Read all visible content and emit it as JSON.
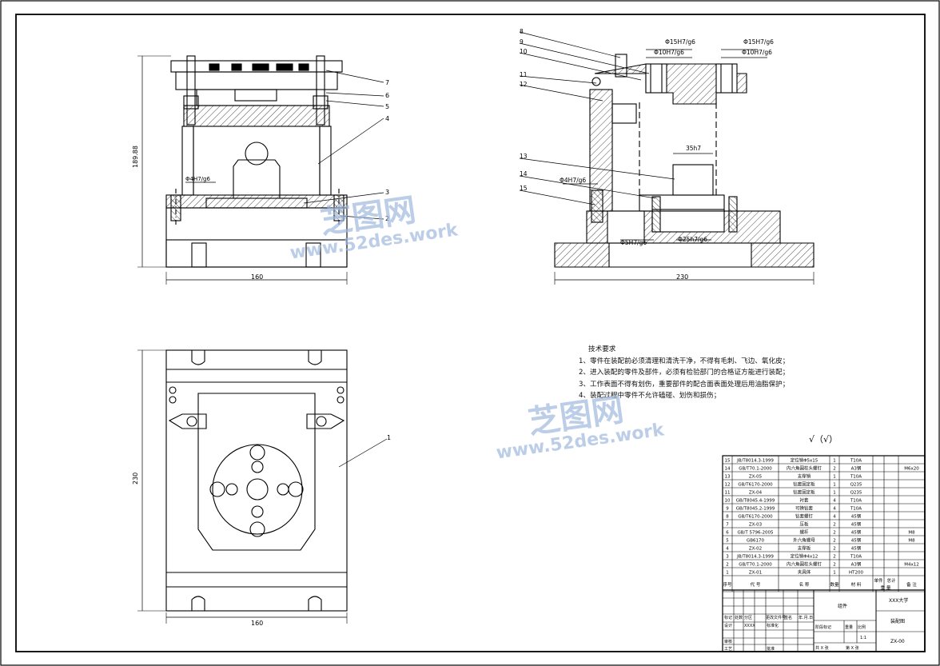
{
  "drawing": {
    "front_view": {
      "width_dim": "160",
      "height_dim": "189.88",
      "fit_left": "Φ4H7/g6",
      "callouts": [
        "7",
        "6",
        "5",
        "4",
        "3",
        "2"
      ]
    },
    "side_view": {
      "width_dim": "230",
      "fits": [
        "Φ15H7/g6",
        "Φ10H7/g6",
        "Φ15H7/g6",
        "Φ10H7/g6",
        "35h7",
        "Φ4H7/g6",
        "Φ5H7/g6",
        "Φ25h7/g6"
      ],
      "callouts": [
        "8",
        "9",
        "10",
        "11",
        "12",
        "13",
        "14",
        "15"
      ]
    },
    "top_view": {
      "width_dim": "160",
      "height_dim": "230",
      "callout": "1"
    }
  },
  "technical_requirements": {
    "title": "技术要求",
    "items": [
      "1、零件在装配前必须清理和清洗干净，不得有毛刺、飞边、氧化皮；",
      "2、进入装配的零件及部件，必须有检验部门的合格证方能进行装配；",
      "3、工作表面不得有划伤，重要部件的配合面表面处理后用油脂保护；",
      "4、装配过程中零件不允许磕碰、划伤和损伤；"
    ]
  },
  "surface_roughness": "√（√）",
  "bom": {
    "rows": [
      {
        "no": "15",
        "code": "JB/T8014.3-1999",
        "name": "定位销Φ5x15",
        "qty": "1",
        "mat": "T10A",
        "note": ""
      },
      {
        "no": "14",
        "code": "GB/T70.1-2000",
        "name": "内六角圆柱头螺钉",
        "qty": "2",
        "mat": "A3钢",
        "note": "M6x20"
      },
      {
        "no": "13",
        "code": "ZX-05",
        "name": "支撑销",
        "qty": "1",
        "mat": "T10A",
        "note": ""
      },
      {
        "no": "12",
        "code": "GB/T6170-2000",
        "name": "钻套固定板",
        "qty": "1",
        "mat": "Q235",
        "note": ""
      },
      {
        "no": "11",
        "code": "ZX-04",
        "name": "钻套固定板",
        "qty": "1",
        "mat": "Q235",
        "note": ""
      },
      {
        "no": "10",
        "code": "GB/T8045.4-1999",
        "name": "衬套",
        "qty": "4",
        "mat": "T10A",
        "note": ""
      },
      {
        "no": "9",
        "code": "GB/T8045.2-1999",
        "name": "可换钻套",
        "qty": "4",
        "mat": "T10A",
        "note": ""
      },
      {
        "no": "8",
        "code": "GB/T6170-2000",
        "name": "钻套螺钉",
        "qty": "4",
        "mat": "45钢",
        "note": ""
      },
      {
        "no": "7",
        "code": "ZX-03",
        "name": "压板",
        "qty": "2",
        "mat": "45钢",
        "note": ""
      },
      {
        "no": "6",
        "code": "GB/T 5796-2005",
        "name": "螺杆",
        "qty": "2",
        "mat": "45钢",
        "note": "M8"
      },
      {
        "no": "5",
        "code": "GB6170",
        "name": "外六角螺母",
        "qty": "2",
        "mat": "45钢",
        "note": "M8"
      },
      {
        "no": "4",
        "code": "ZX-02",
        "name": "支撑板",
        "qty": "2",
        "mat": "45钢",
        "note": ""
      },
      {
        "no": "3",
        "code": "JB/T8014.3-1999",
        "name": "定位销Φ4x12",
        "qty": "2",
        "mat": "T10A",
        "note": ""
      },
      {
        "no": "2",
        "code": "GB/T70.1-2000",
        "name": "内六角圆柱头螺钉",
        "qty": "2",
        "mat": "A3钢",
        "note": "M4x12"
      },
      {
        "no": "1",
        "code": "ZX-01",
        "name": "夹具体",
        "qty": "1",
        "mat": "HT200",
        "note": ""
      }
    ],
    "header": {
      "no": "序号",
      "code": "代  号",
      "name": "名  称",
      "qty": "数量",
      "mat": "材  料",
      "unit_weight": "单件",
      "total_weight": "总计",
      "weight": "重  量",
      "note": "备 注"
    }
  },
  "title_block": {
    "school": "XXX大学",
    "part_name": "装配图",
    "drawing_no": "ZX-00",
    "material": "组件",
    "scale_label": "比例",
    "scale": "1:1",
    "weight_label": "重量",
    "stage_label": "阶段标记",
    "sheets": "共  X  张",
    "sheet_no": "第  X  张",
    "design": "设计",
    "designer": "XXXX",
    "standardize": "标准化",
    "review": "审核",
    "process": "工艺",
    "approve": "批准",
    "mark": "标记",
    "count": "处数",
    "zone": "分区",
    "change_doc": "更改文件号",
    "signature": "签名",
    "date": "年.月.日"
  },
  "watermark": {
    "brand": "芝图网",
    "url": "www.52des.work"
  }
}
